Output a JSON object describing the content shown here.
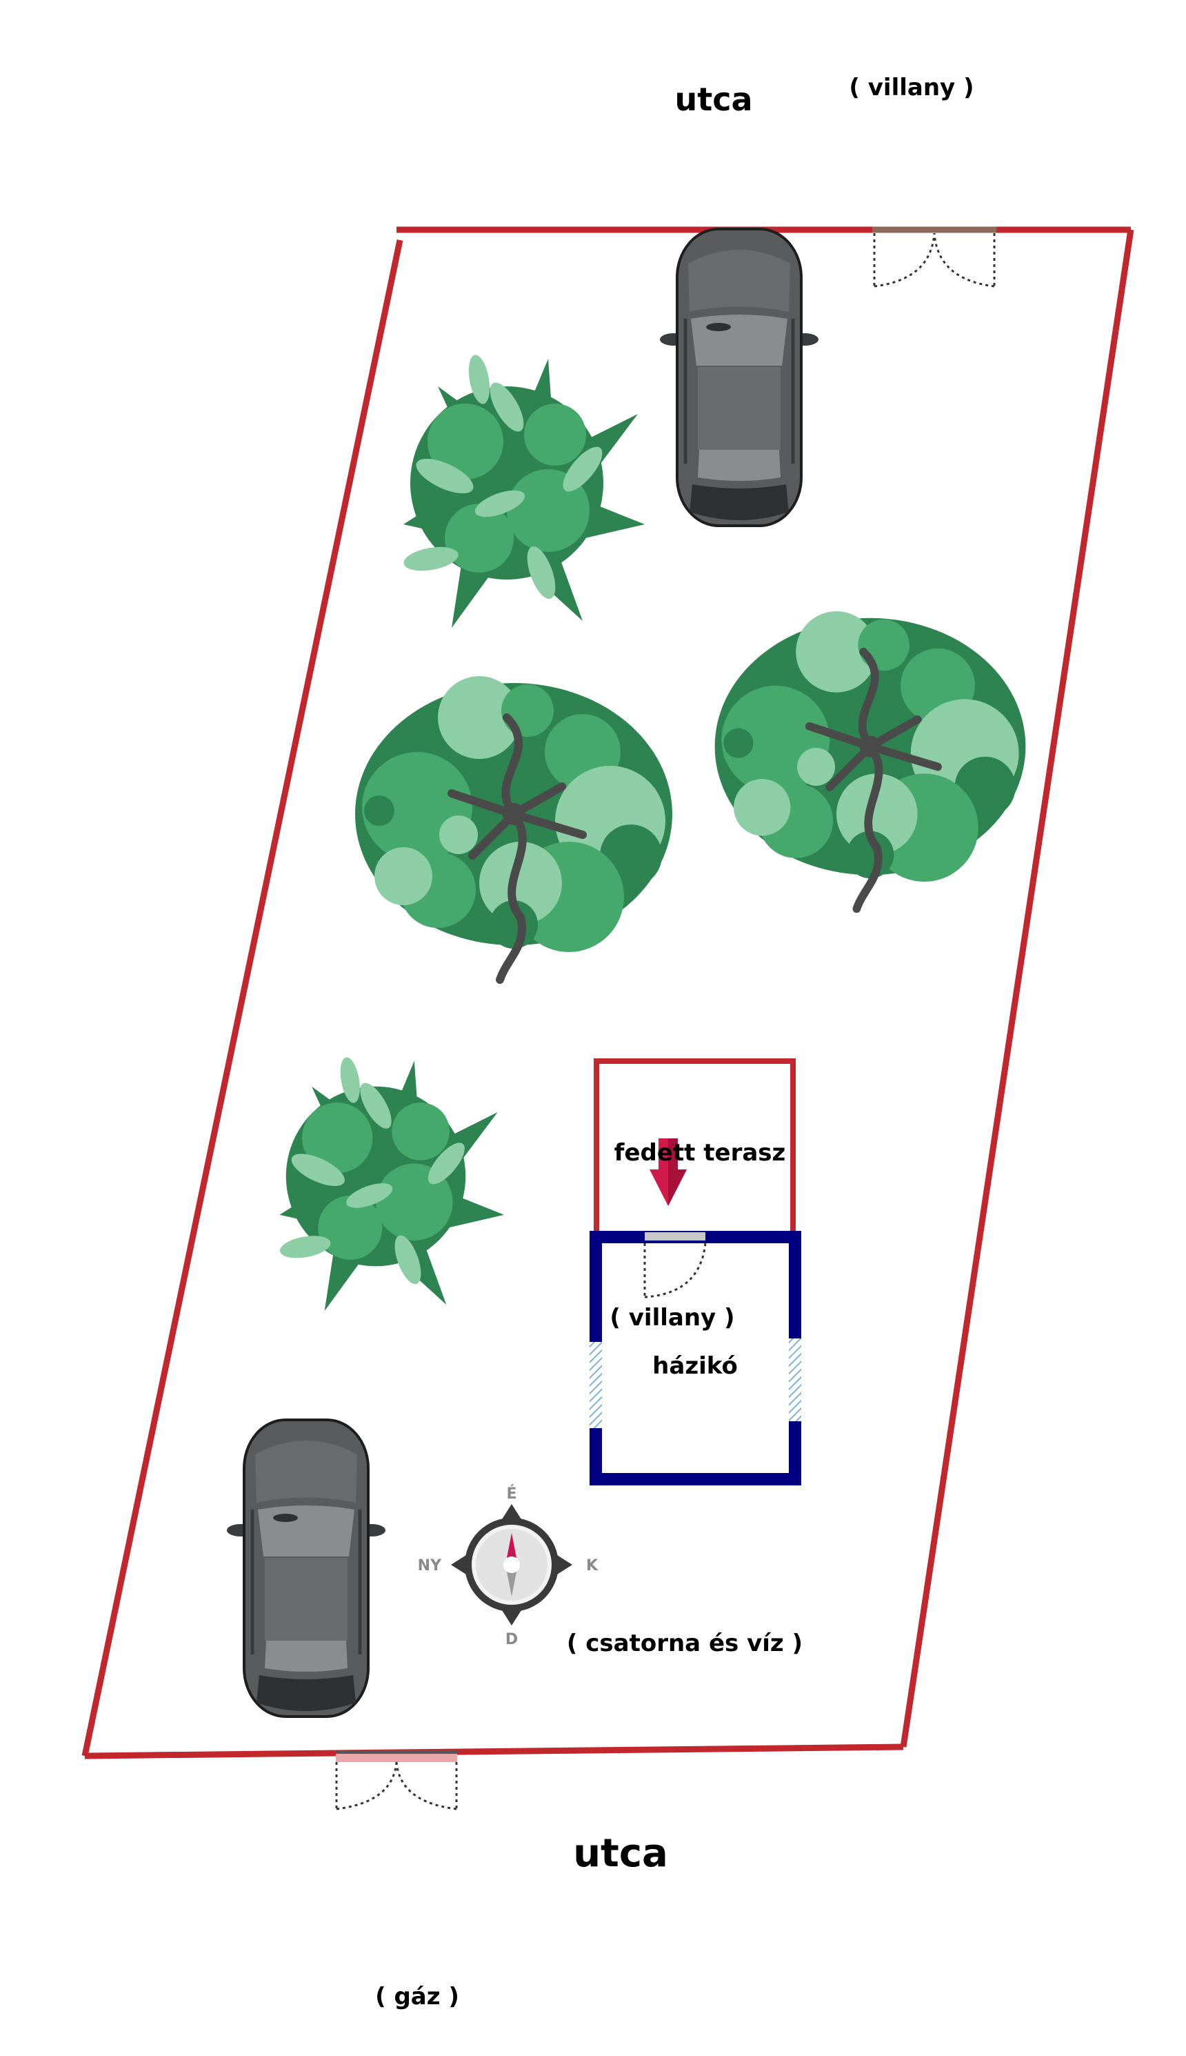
{
  "labels": {
    "top_street": "utca",
    "top_electricity": "( villany )",
    "covered_terrace": "fedett terasz",
    "shed_electricity": "( villany )",
    "shed": "házikó",
    "sewer_water": "( csatorna és víz )",
    "bottom_street": "utca",
    "gas": "( gáz )"
  },
  "compass": {
    "north": "É",
    "south": "D",
    "east": "K",
    "west": "NY"
  },
  "colors": {
    "plot_border": "#c1272d",
    "shed_wall": "#000080",
    "window": "#7fb2d8",
    "arrow": "#d11a4a",
    "tree_dark": "#2e8451",
    "tree_mid": "#44a96b",
    "tree_light": "#8ecea6",
    "car_body": "#5a5b5d",
    "car_dark": "#2f3032"
  },
  "icons": [
    "car-icon",
    "bush-icon",
    "tree-icon",
    "compass-icon",
    "gate-icon",
    "door-icon",
    "arrow-down-icon"
  ]
}
